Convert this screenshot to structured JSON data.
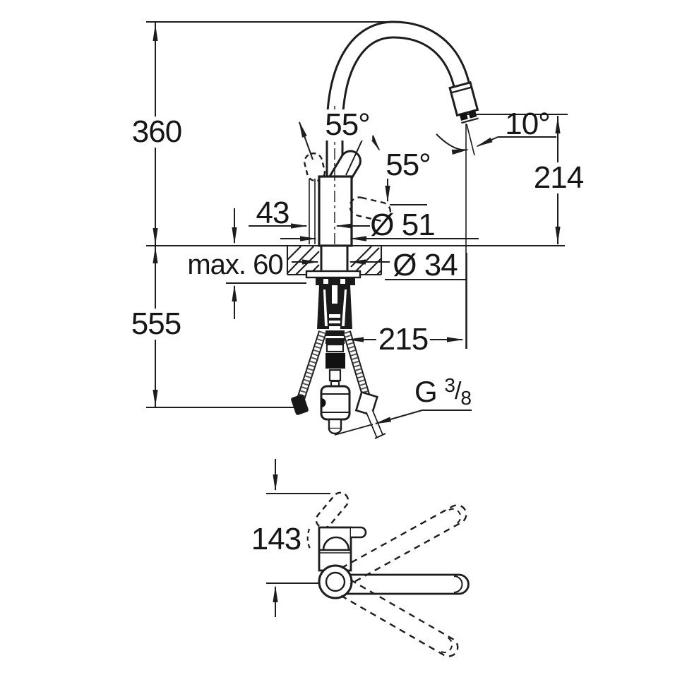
{
  "diagram": {
    "description": "Technical dimension drawing of a single-lever kitchen mixer tap with high arc spout and pull-out spray: side elevation with mounting parts below the counter, and a top view below",
    "background_color": "#ffffff",
    "line_color": "#1d1d1d"
  },
  "dims": {
    "height_total": "360",
    "height_under_counter": "555",
    "handle_angle_left": "55°",
    "handle_angle_right": "55°",
    "spray_angle": "10°",
    "outlet_height": "214",
    "handle_offset": "43",
    "body_diameter": "Ø 51",
    "counter_thickness": "max. 60",
    "hole_diameter": "Ø 34",
    "outlet_reach": "215",
    "top_view_depth": "143",
    "thread": {
      "prefix": "G",
      "numerator": "3",
      "separator": "/",
      "denominator": "8"
    }
  }
}
